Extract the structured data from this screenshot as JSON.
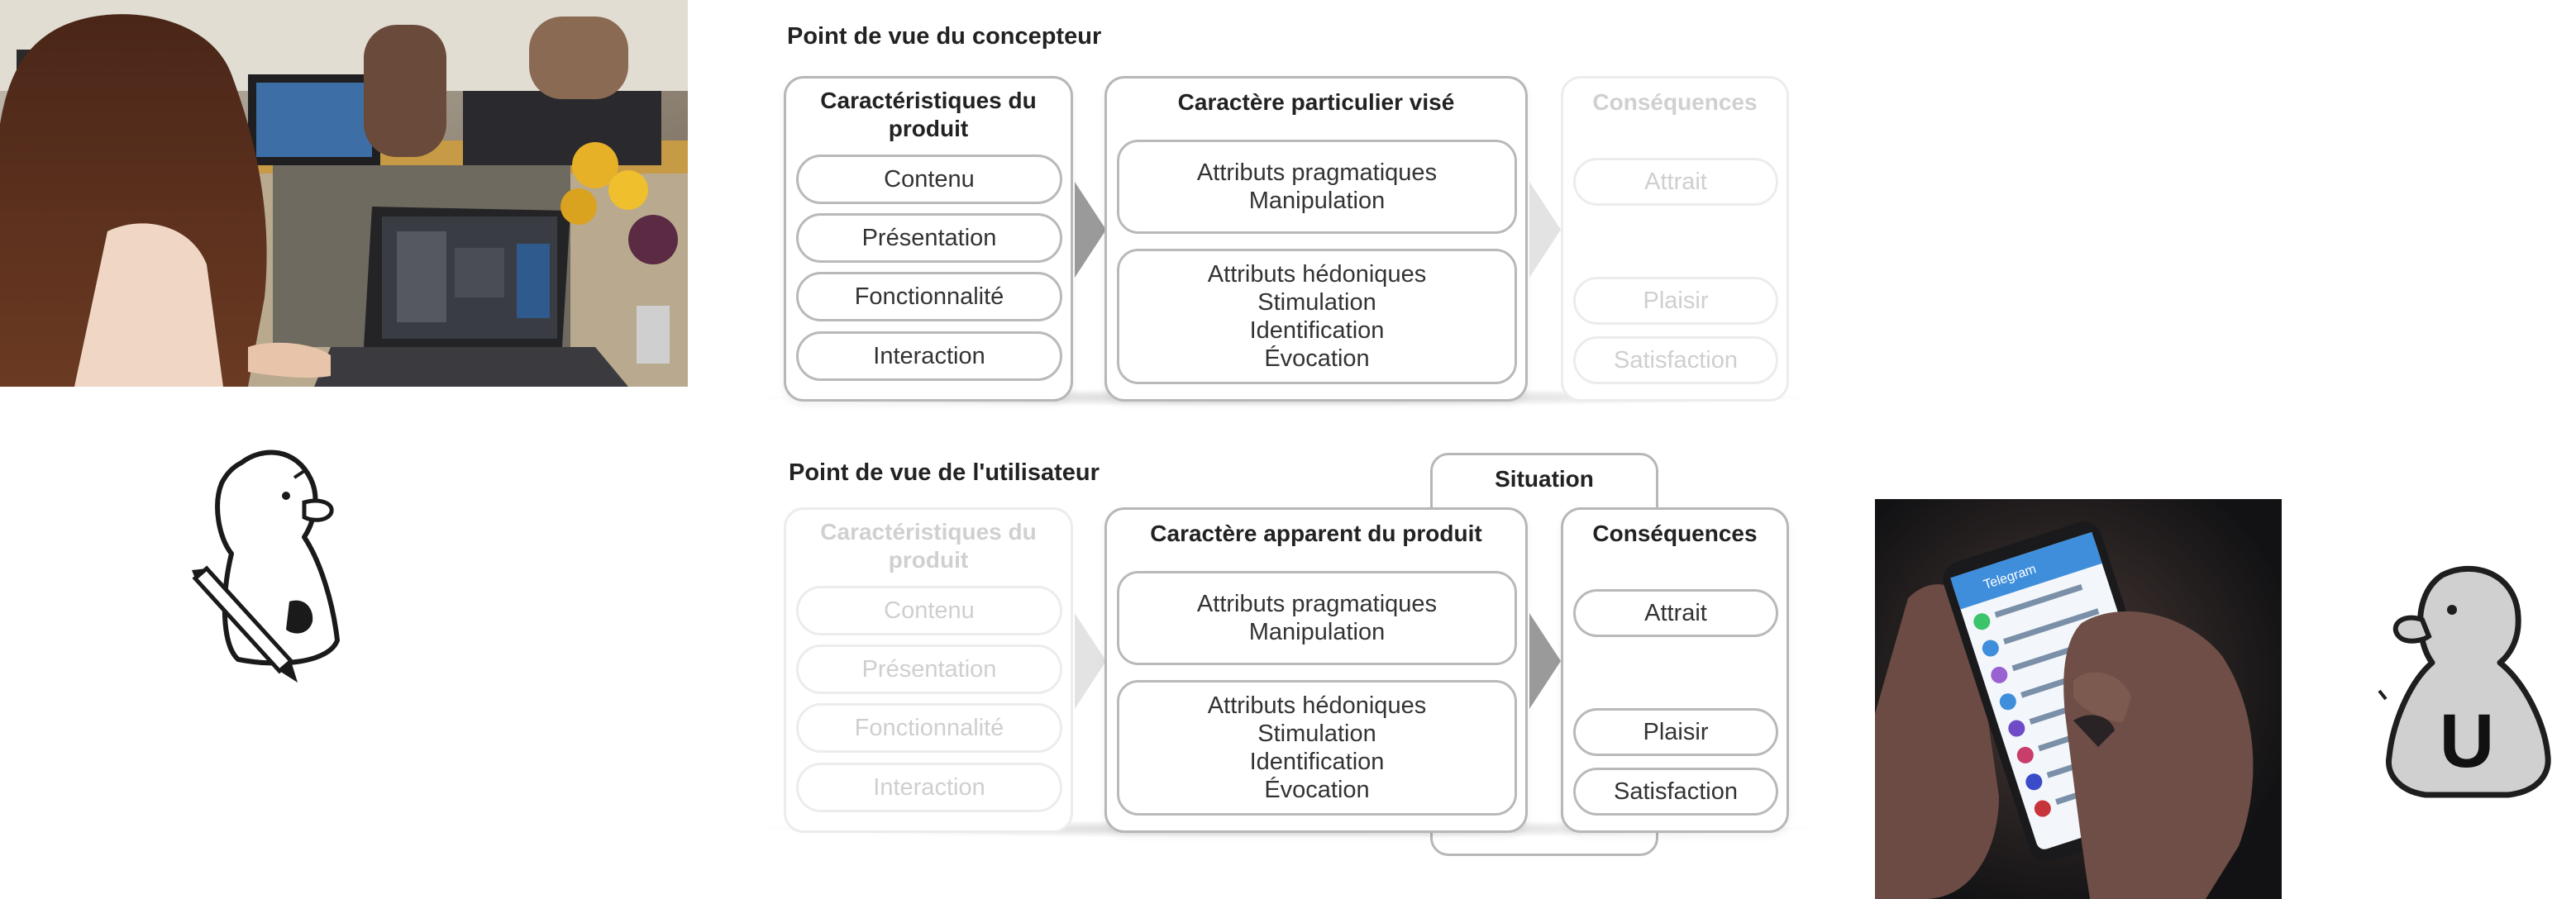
{
  "designer": {
    "heading": "Point de vue du concepteur",
    "product_panel": {
      "title": "Caractéristiques du produit",
      "items": [
        "Contenu",
        "Présentation",
        "Fonctionnalité",
        "Interaction"
      ]
    },
    "center_panel": {
      "title": "Caractère particulier visé",
      "pragmatic": [
        "Attributs pragmatiques",
        "Manipulation"
      ],
      "hedonic": [
        "Attributs hédoniques",
        "Stimulation",
        "Identification",
        "Évocation"
      ]
    },
    "consequences_panel": {
      "title": "Conséquences",
      "items": [
        "Attrait",
        "Plaisir",
        "Satisfaction"
      ]
    }
  },
  "user": {
    "heading": "Point de vue de l'utilisateur",
    "situation_label": "Situation",
    "product_panel": {
      "title": "Caractéristiques du produit",
      "items": [
        "Contenu",
        "Présentation",
        "Fonctionnalité",
        "Interaction"
      ]
    },
    "center_panel": {
      "title": "Caractère apparent du produit",
      "pragmatic": [
        "Attributs pragmatiques",
        "Manipulation"
      ],
      "hedonic": [
        "Attributs hédoniques",
        "Stimulation",
        "Identification",
        "Évocation"
      ]
    },
    "consequences_panel": {
      "title": "Conséquences",
      "items": [
        "Attrait",
        "Plaisir",
        "Satisfaction"
      ]
    }
  },
  "character_user_letter": "U",
  "phone_app_name": "Telegram"
}
